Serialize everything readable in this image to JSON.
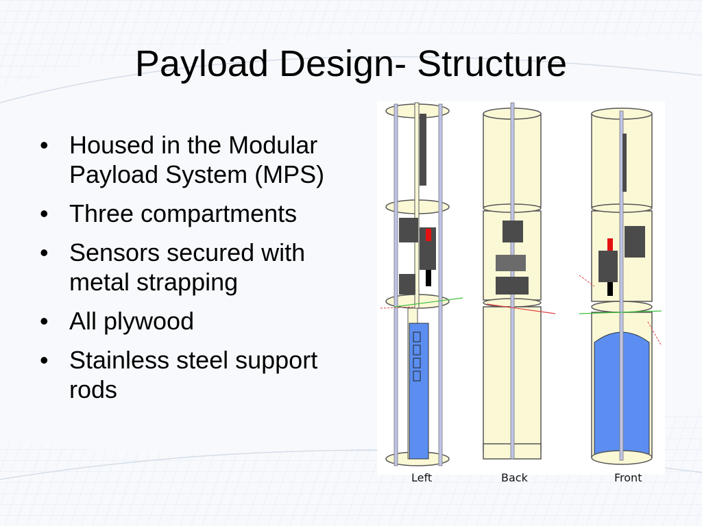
{
  "slide": {
    "title": "Payload Design- Structure",
    "bullets": [
      "Housed in the Modular Payload System (MPS)",
      "Three compartments",
      "Sensors secured with metal strapping",
      "All plywood",
      "Stainless steel support rods"
    ],
    "bullet_symbol": "•"
  },
  "figure": {
    "views": [
      "Left",
      "Back",
      "Front"
    ],
    "colors": {
      "plywood": "#fbf8d6",
      "rod": "#bfc4e6",
      "blue_part": "#5b8ef0",
      "sensor": "#4b4b4b",
      "red_part": "#e51212"
    }
  }
}
